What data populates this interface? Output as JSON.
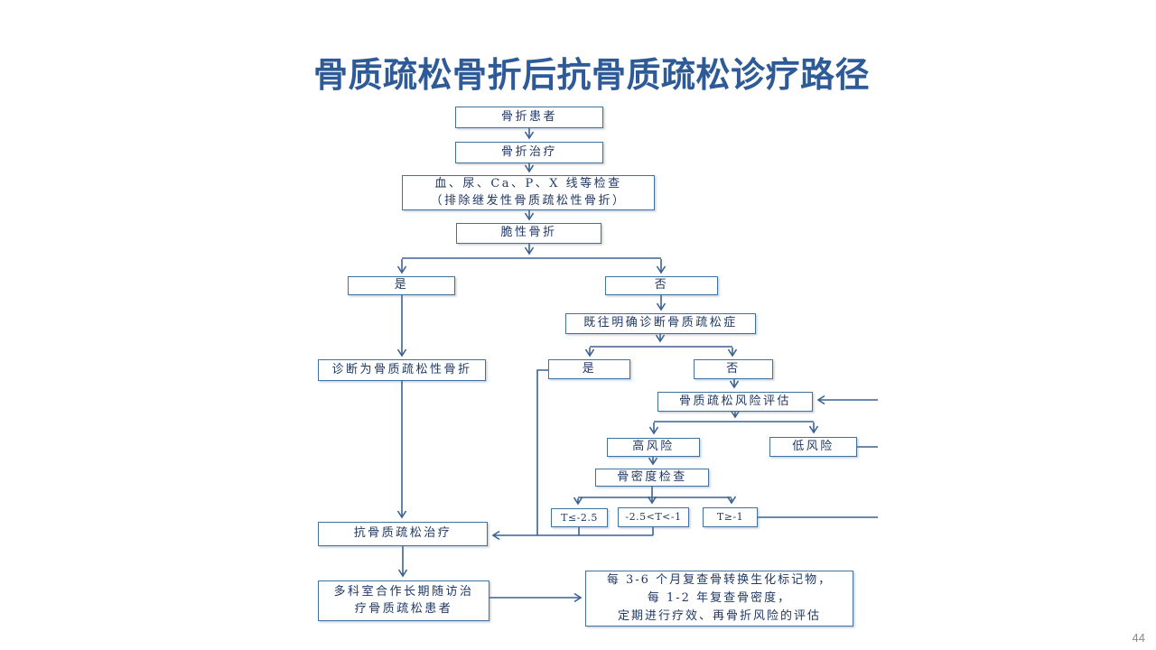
{
  "slide": {
    "title": "骨质疏松骨折后抗骨质疏松诊疗路径",
    "page_number": "44"
  },
  "flowchart": {
    "nodes": {
      "fracture_patient": "骨折患者",
      "fracture_treatment": "骨折治疗",
      "lab_tests": {
        "line1": "血、尿、Ca、P、X 线等检查",
        "line2": "（排除继发性骨质疏松性骨折）"
      },
      "fragility_fracture": "脆性骨折",
      "fragility_yes": "是",
      "fragility_no": "否",
      "diagnosed_op_fracture": "诊断为骨质疏松性骨折",
      "prior_op_diagnosis": "既往明确诊断骨质疏松症",
      "prior_yes": "是",
      "prior_no": "否",
      "risk_assessment": "骨质疏松风险评估",
      "high_risk": "高风险",
      "low_risk": "低风险",
      "bmd_test": "骨密度检查",
      "t_score_low": "T≤-2.5",
      "t_score_mid": "-2.5<T<-1",
      "t_score_high": "T≥-1",
      "anti_op_treatment": "抗骨质疏松治疗",
      "long_term_follow_up": {
        "line1": "多科室合作长期随访治",
        "line2": "疗骨质疏松患者"
      },
      "periodic_review": {
        "line1": "每 3-6 个月复查骨转换生化标记物，",
        "line2": "每 1-2 年复查骨密度，",
        "line3": "定期进行疗效、再骨折风险的评估"
      }
    },
    "colors": {
      "title_text": "#2E5B97",
      "box_border": "#41719C",
      "box_text": "#1F3864",
      "connector_line": "#3B6292",
      "page_number": "#8A8A8A"
    }
  }
}
